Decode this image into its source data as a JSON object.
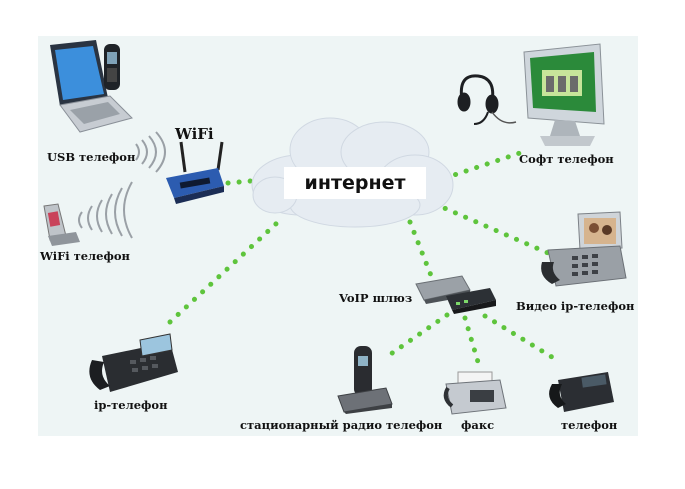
{
  "labels": {
    "usb_phone": "USB телефон",
    "wifi": "WiFi",
    "wifi_phone": "WiFi телефон",
    "internet": "интернет",
    "soft_phone": "Софт телефон",
    "video_phone": "Видео ip-телефон",
    "voip_gateway": "VoIP шлюз",
    "ip_phone": "ip-телефон",
    "cordless_phone": "стационарный радио телефон",
    "fax": "факс",
    "phone": "телефон"
  },
  "colors": {
    "dots": "#5ec43c",
    "panel": "#eef5f5",
    "cloud": "#e6ecf2"
  },
  "icons": [
    "laptop-icon",
    "usb-handset-icon",
    "wifi-router-icon",
    "wifi-waves-icon",
    "pda-phone-icon",
    "cloud-icon",
    "monitor-icon",
    "headset-icon",
    "video-phone-icon",
    "voip-gateway-icon",
    "ip-phone-icon",
    "cordless-phone-icon",
    "fax-icon",
    "desk-phone-icon"
  ]
}
